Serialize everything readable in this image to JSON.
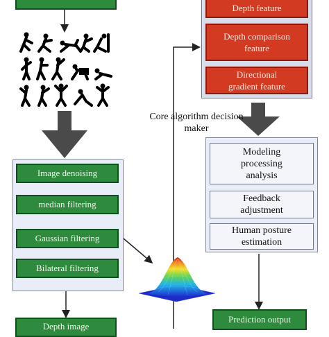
{
  "left": {
    "filters": [
      "Image denoising",
      "median filtering",
      "Gaussian filtering",
      "Bilateral filtering"
    ],
    "bottom_box": "Depth image"
  },
  "right": {
    "features": [
      "Depth feature",
      "Depth comparison feature",
      "Directional gradient feature"
    ],
    "algorithm_label": "Core algorithm decision maker",
    "processing_steps": [
      "Modeling processing analysis",
      "Feedback adjustment",
      "Human posture estimation"
    ],
    "prediction": "Prediction output"
  },
  "colors": {
    "green": "#2e8b3e",
    "red": "#d23a22",
    "arrow_gray": "#4a4a4a",
    "panel": "#e9edf7"
  },
  "icons": [
    "exercise-pictograms-icon",
    "gaussian-surface-plot-icon"
  ]
}
